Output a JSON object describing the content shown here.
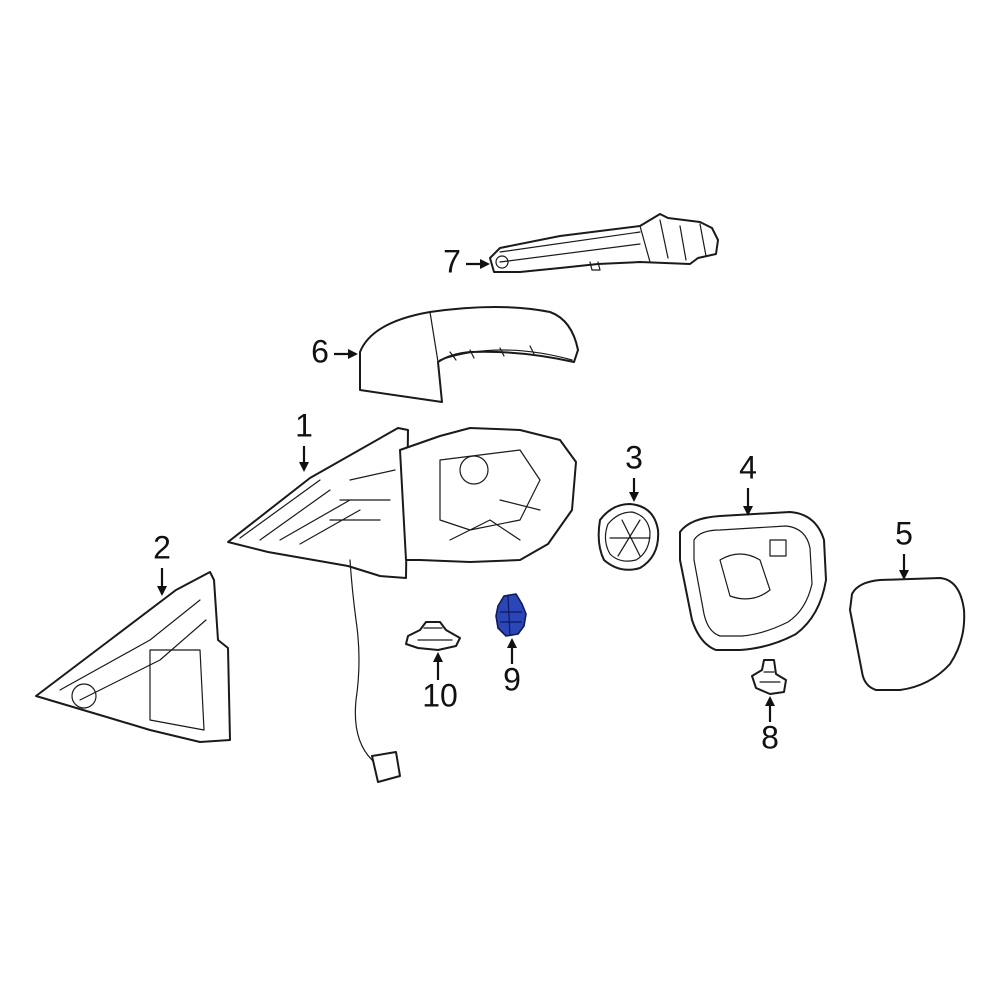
{
  "callouts": [
    {
      "id": "1",
      "label": "1"
    },
    {
      "id": "2",
      "label": "2"
    },
    {
      "id": "3",
      "label": "3"
    },
    {
      "id": "4",
      "label": "4"
    },
    {
      "id": "5",
      "label": "5"
    },
    {
      "id": "6",
      "label": "6"
    },
    {
      "id": "7",
      "label": "7"
    },
    {
      "id": "8",
      "label": "8"
    },
    {
      "id": "9",
      "label": "9"
    },
    {
      "id": "10",
      "label": "10"
    }
  ],
  "colors": {
    "highlight_fill": "#2b46b8",
    "line": "#1a1a1a",
    "background": "#ffffff"
  }
}
